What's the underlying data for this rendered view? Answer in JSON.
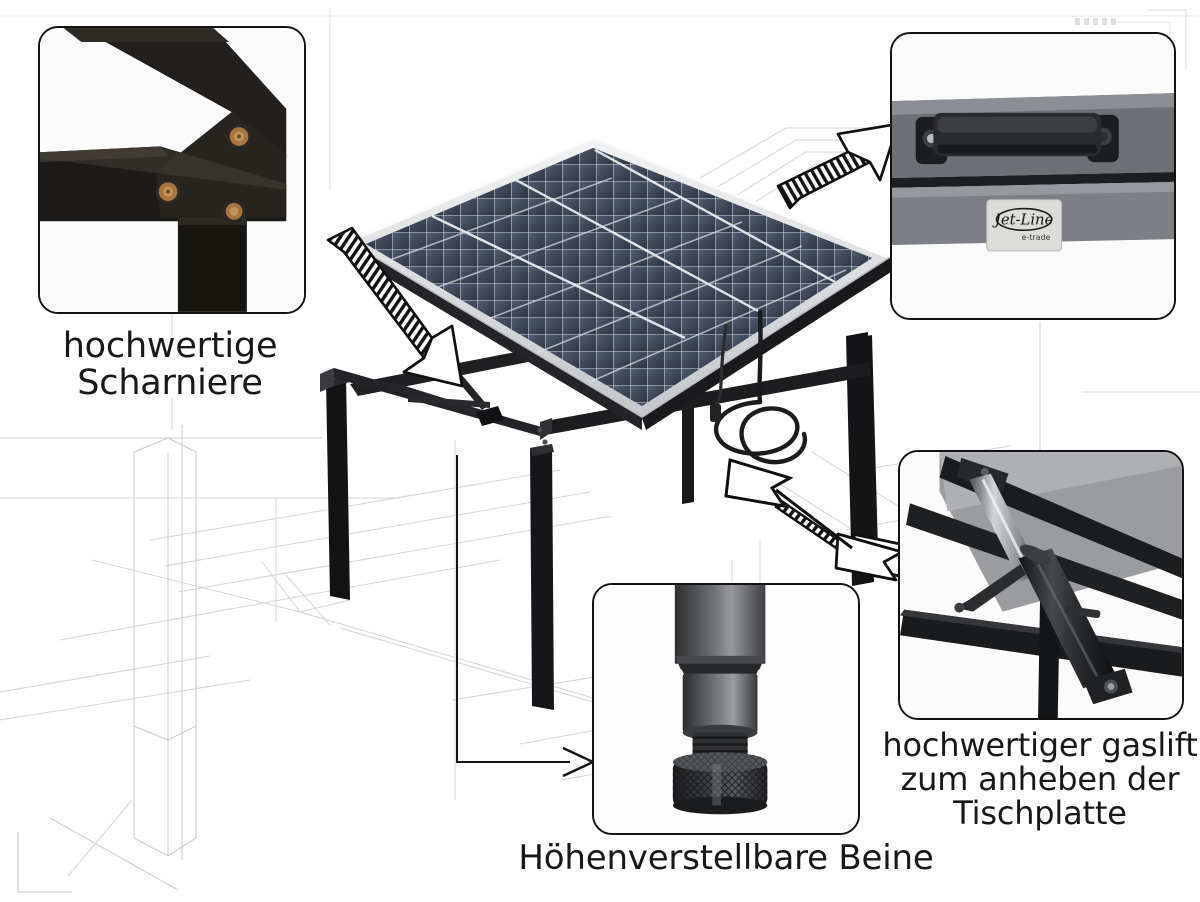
{
  "page": {
    "language": "de",
    "subject": "Solartisch / solar panel table product infographic",
    "background_color": "#ffffff",
    "text_color": "#17181a",
    "box_border_color": "#121212",
    "wireframe_color": "#c9c9cc"
  },
  "callouts": [
    {
      "id": "hinges",
      "position": "top-left",
      "photo_name": "hinge-detail-photo",
      "photo_description": "black metal hinge bracket with three bronze bolts joining tabletop frame to leg frame",
      "caption": "hochwertige\nScharniere"
    },
    {
      "id": "handle",
      "position": "top-right",
      "photo_name": "handle-and-label-photo",
      "photo_description": "black carry handle mounted on grey aluminium frame with silver Jet-Line branding plate",
      "brand_label": "Jet-Line",
      "brand_sublabel": "e-trade",
      "caption": ""
    },
    {
      "id": "legs",
      "position": "bottom-center",
      "photo_name": "adjustable-foot-photo",
      "photo_description": "square table leg end with threaded knurled height-adjustable foot",
      "caption": "Höhenverstellbare Beine"
    },
    {
      "id": "gaslift",
      "position": "bottom-right",
      "photo_name": "gas-strut-photo",
      "photo_description": "black gas spring strut mounted diagonally under the tabletop frame",
      "caption": "hochwertiger gaslift\nzum anheben der\nTischplatte"
    }
  ],
  "product": {
    "name": "solar-panel-table",
    "description": "black steel frame table with tilted monocrystalline solar panel tabletop and hanging coiled cable",
    "frame_color": "#1b1b1d",
    "panel_frame_color": "#d6d8da",
    "panel_cell_color": "#3f4a5a"
  },
  "arrows": [
    {
      "name": "arrow-to-hinge",
      "style": "striped-shaft",
      "direction": "down-right",
      "target": "hinge joint of tabletop"
    },
    {
      "name": "arrow-to-handle",
      "style": "striped-shaft",
      "direction": "up-right",
      "target": "handle on frame edge"
    },
    {
      "name": "arrow-to-gaslift",
      "style": "striped-shaft-double-headed",
      "direction": "diagonal",
      "target": "gas strut under tabletop"
    },
    {
      "name": "leader-to-legs",
      "style": "thin-line-open-head",
      "direction": "right",
      "target": "adjustable leg callout"
    }
  ]
}
